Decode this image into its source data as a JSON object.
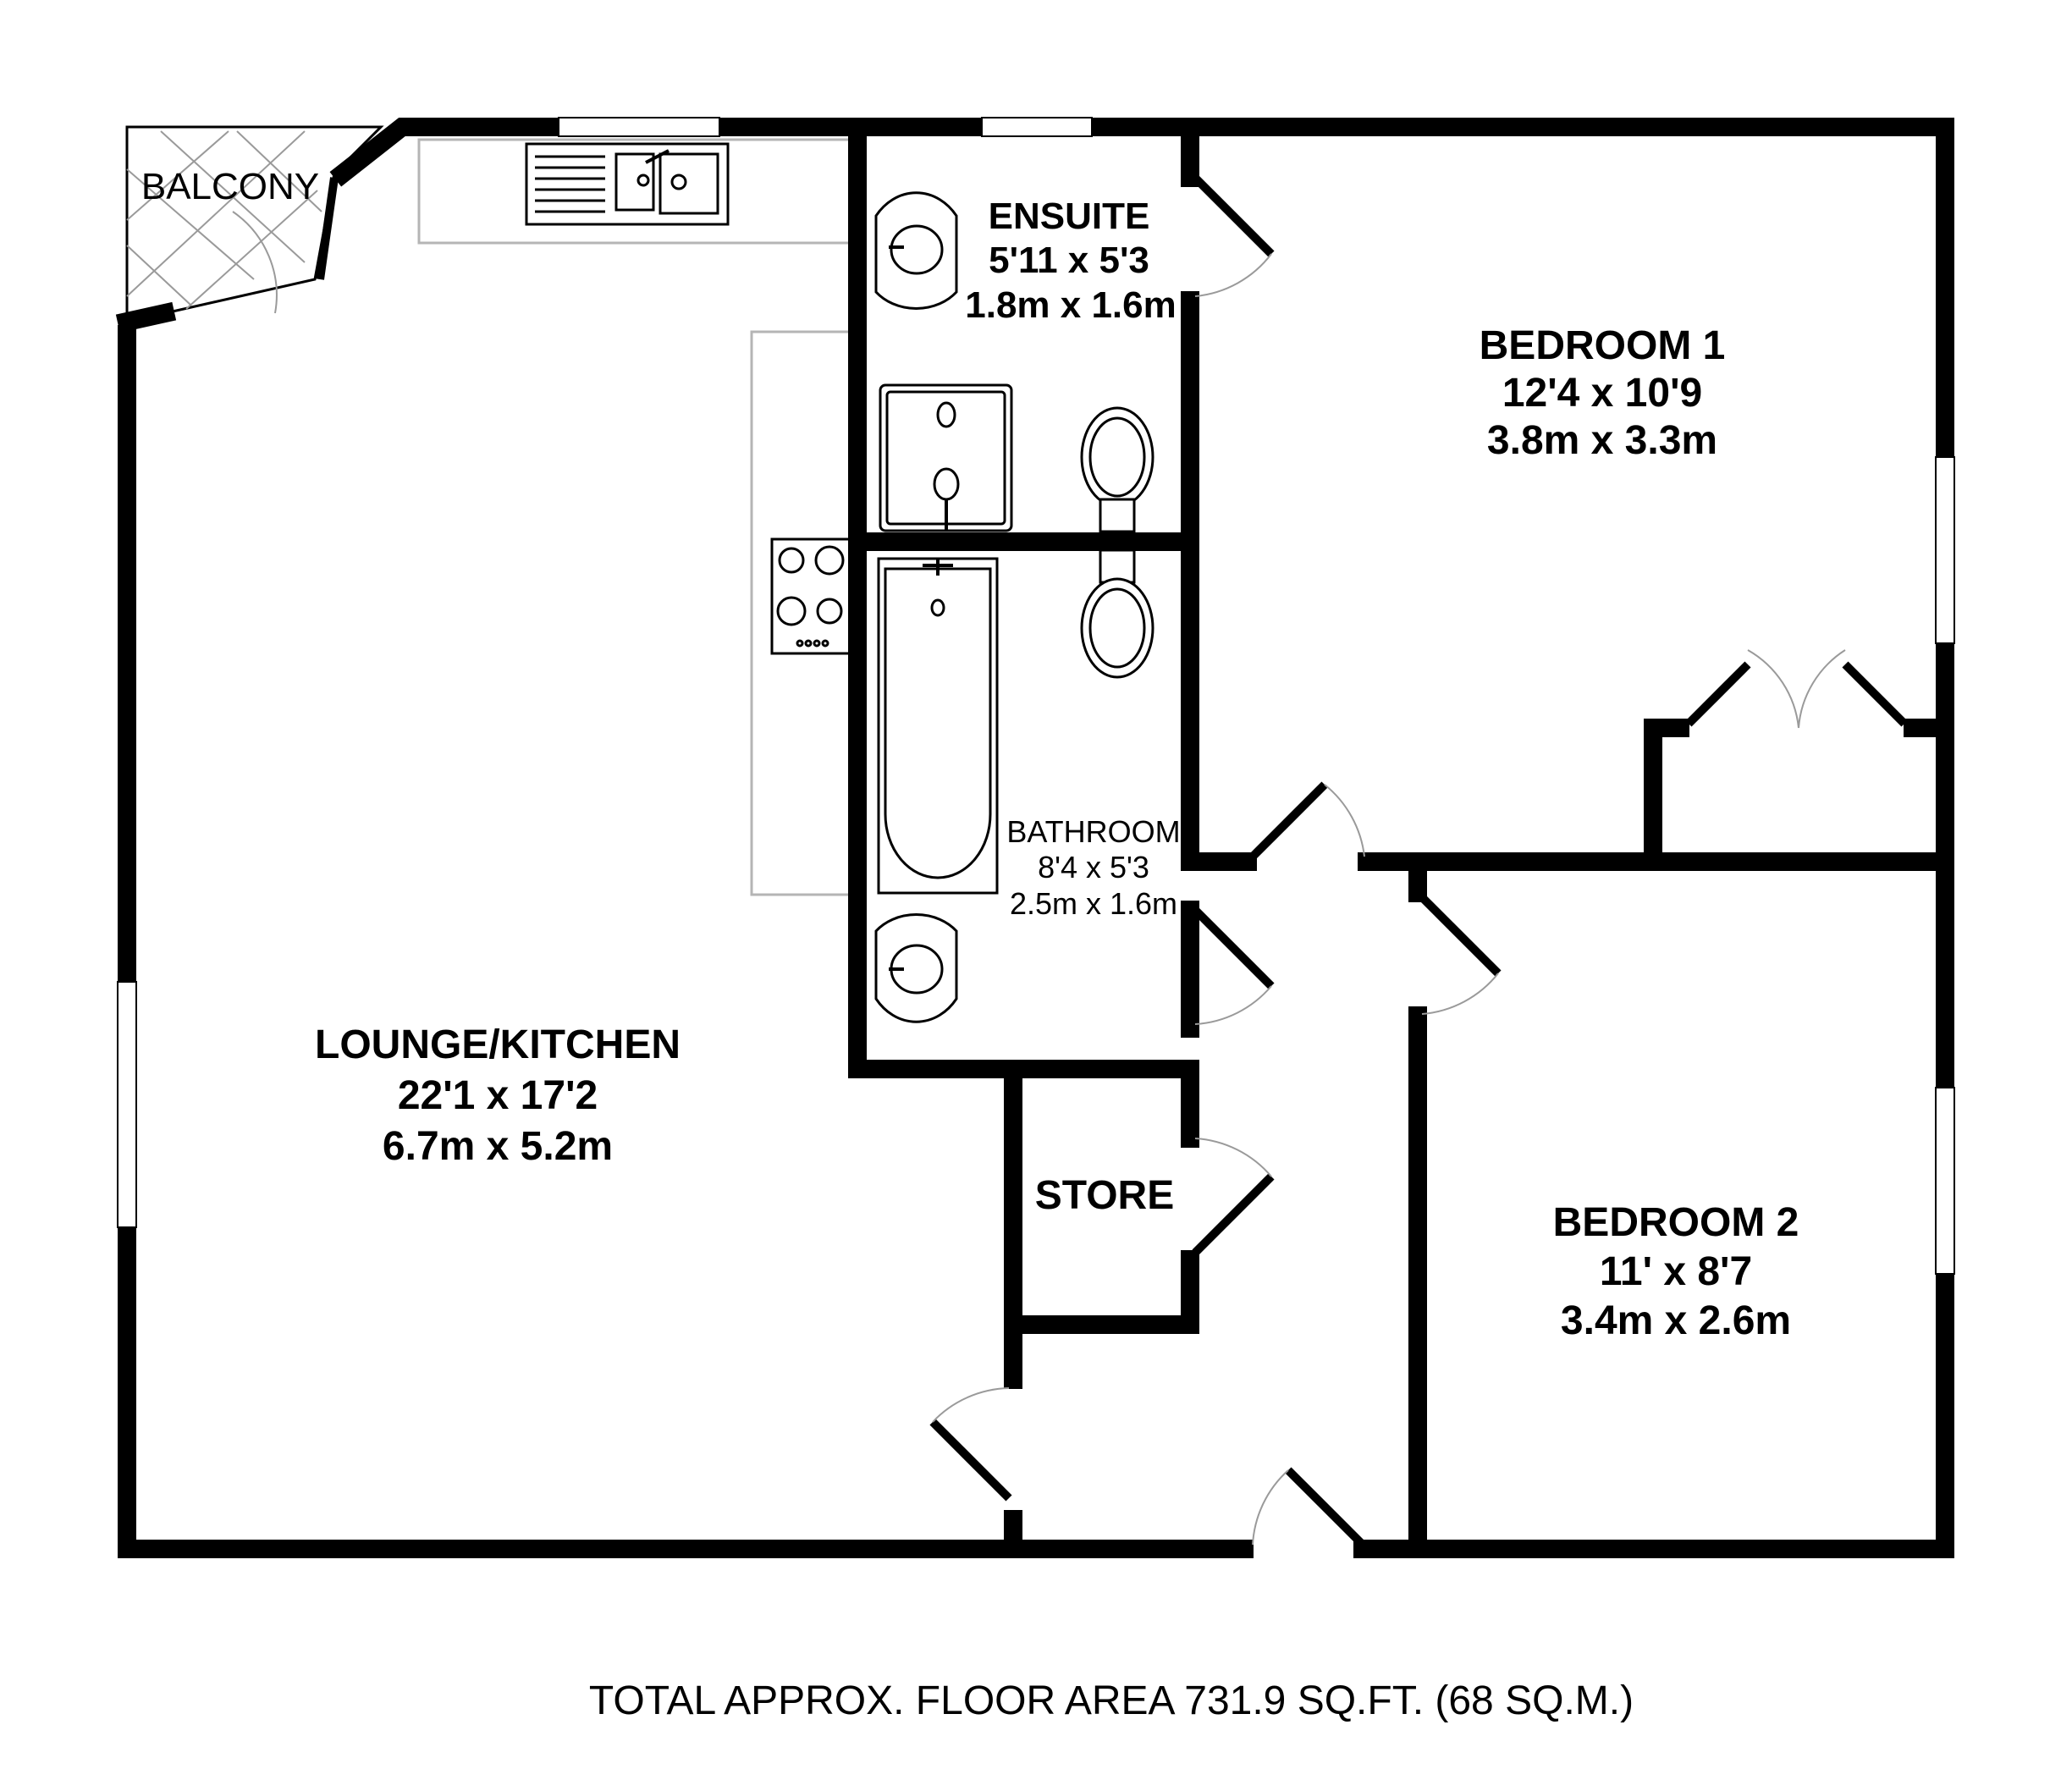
{
  "rooms": {
    "balcony": {
      "name": "BALCONY"
    },
    "ensuite": {
      "name": "ENSUITE",
      "imperial": "5'11 x 5'3",
      "metric": "1.8m x 1.6m"
    },
    "bedroom1": {
      "name": "BEDROOM 1",
      "imperial": "12'4 x 10'9",
      "metric": "3.8m x 3.3m"
    },
    "bathroom": {
      "name": "BATHROOM",
      "imperial": "8'4 x 5'3",
      "metric": "2.5m x 1.6m"
    },
    "lounge_kitchen": {
      "name": "LOUNGE/KITCHEN",
      "imperial": "22'1 x 17'2",
      "metric": "6.7m x 5.2m"
    },
    "store": {
      "name": "STORE"
    },
    "bedroom2": {
      "name": "BEDROOM 2",
      "imperial": "11' x 8'7",
      "metric": "3.4m x 2.6m"
    }
  },
  "total_area": "TOTAL APPROX. FLOOR AREA 731.9 SQ.FT. (68 SQ.M.)"
}
